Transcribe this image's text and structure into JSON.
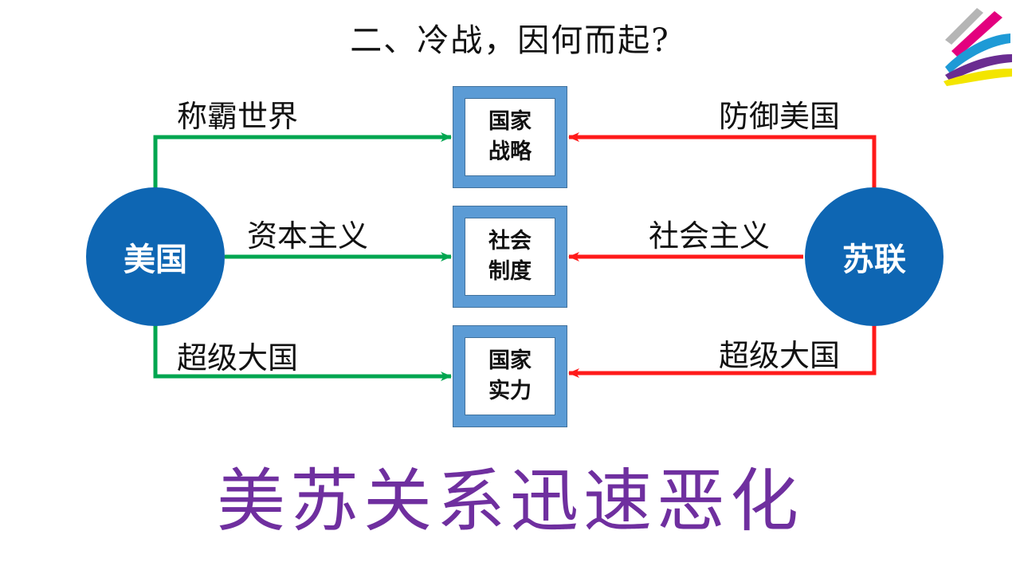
{
  "title": "二、冷战，因何而起?",
  "nodes": {
    "usa": "美国",
    "ussr": "苏联"
  },
  "boxes": [
    {
      "line1": "国家",
      "line2": "战略"
    },
    {
      "line1": "社会",
      "line2": "制度"
    },
    {
      "line1": "国家",
      "line2": "实力"
    }
  ],
  "usa_labels": [
    "称霸世界",
    "资本主义",
    "超级大国"
  ],
  "ussr_labels": [
    "防御美国",
    "社会主义",
    "超级大国"
  ],
  "conclusion": "美苏关系迅速恶化",
  "colors": {
    "usa_arrow": "#00a650",
    "ussr_arrow": "#ff1a1a",
    "circle": "#0e66b3",
    "box_frame": "#5b9bd5",
    "conclusion": "#6f2f9f"
  },
  "icons": [
    "brand-ribbon-logo"
  ]
}
